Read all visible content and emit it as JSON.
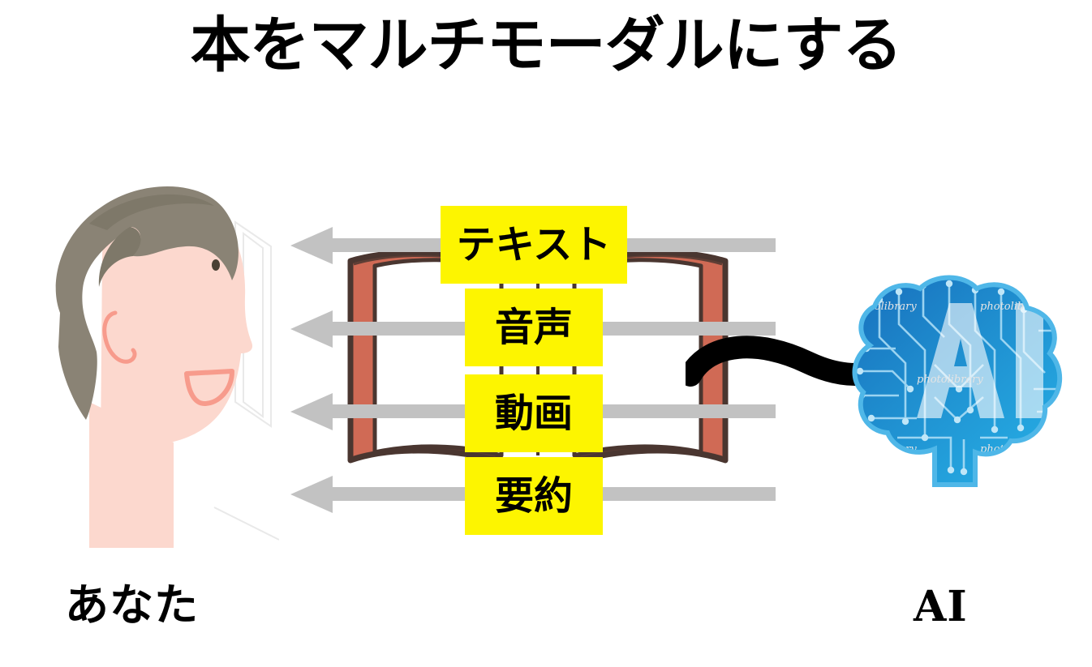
{
  "slide": {
    "title": "本をマルチモーダルにする",
    "background_color": "#ffffff"
  },
  "captions": {
    "left": "あなた",
    "right": "AI"
  },
  "flow": {
    "direction": "right-to-left",
    "source_label": "AI",
    "target_label": "あなた",
    "arrow_color": "#c2c2c2",
    "connector_color": "#000000",
    "tag_background": "#fdf500",
    "tag_text_color": "#000000",
    "tags": [
      {
        "label": "テキスト",
        "order": 1
      },
      {
        "label": "音声",
        "order": 2
      },
      {
        "label": "動画",
        "order": 3
      },
      {
        "label": "要約",
        "order": 4
      }
    ]
  },
  "illustrations": {
    "person": {
      "name": "person-side-profile",
      "hair_color": "#8a8375",
      "skin_color": "#fcd8ce",
      "outline_color": "#f79b8c"
    },
    "book": {
      "name": "open-book",
      "cover_color": "#d06a55",
      "outline_color": "#4a3630",
      "page_color": "#ffffff"
    },
    "brain": {
      "name": "ai-circuit-brain",
      "primary_color": "#1f7ec4",
      "accent_color": "#2bb3e8",
      "overlay_text": "AI",
      "watermark": "photolibrary"
    }
  }
}
